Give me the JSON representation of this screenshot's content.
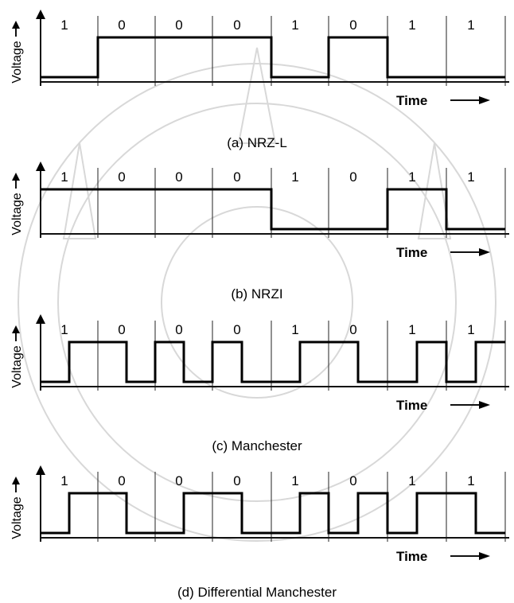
{
  "bits": [
    "1",
    "0",
    "0",
    "0",
    "1",
    "0",
    "1",
    "1"
  ],
  "y_label": "Voltage",
  "x_label": "Time",
  "panels": [
    {
      "id": "nrzl",
      "caption": "(a) NRZ-L",
      "levels": [
        0,
        1,
        1,
        1,
        0,
        1,
        0,
        0
      ]
    },
    {
      "id": "nrzi",
      "caption": "(b) NRZI",
      "levels": [
        1,
        1,
        1,
        1,
        0,
        0,
        1,
        0
      ]
    },
    {
      "id": "manchester",
      "caption": "(c) Manchester",
      "levels": [
        0,
        1,
        1,
        0,
        1,
        0,
        1,
        0,
        0,
        1,
        1,
        0,
        0,
        1,
        0,
        1
      ]
    },
    {
      "id": "diffmanchester",
      "caption": "(d) Differential Manchester",
      "levels": [
        0,
        1,
        1,
        0,
        0,
        1,
        1,
        0,
        0,
        1,
        0,
        1,
        0,
        1,
        1,
        0
      ]
    }
  ]
}
